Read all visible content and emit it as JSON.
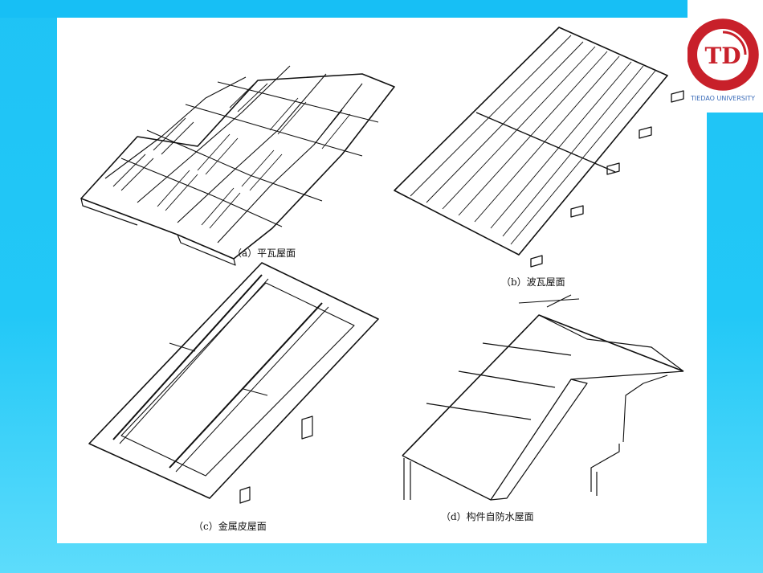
{
  "slide": {
    "background_color": "#22c8f7",
    "panel_color": "#ffffff"
  },
  "logo": {
    "icon": "university-seal-icon",
    "monogram": "TD",
    "ring_text": "TIEDAO UNIVERSITY",
    "colors": {
      "ring": "#c8202a",
      "inner": "#ffffff"
    }
  },
  "figures": [
    {
      "id": "a",
      "caption": "（a）平瓦屋面"
    },
    {
      "id": "b",
      "caption": "（b）波瓦屋面"
    },
    {
      "id": "c",
      "caption": "（c）金属皮屋面"
    },
    {
      "id": "d",
      "caption": "（d）构件自防水屋面"
    }
  ]
}
